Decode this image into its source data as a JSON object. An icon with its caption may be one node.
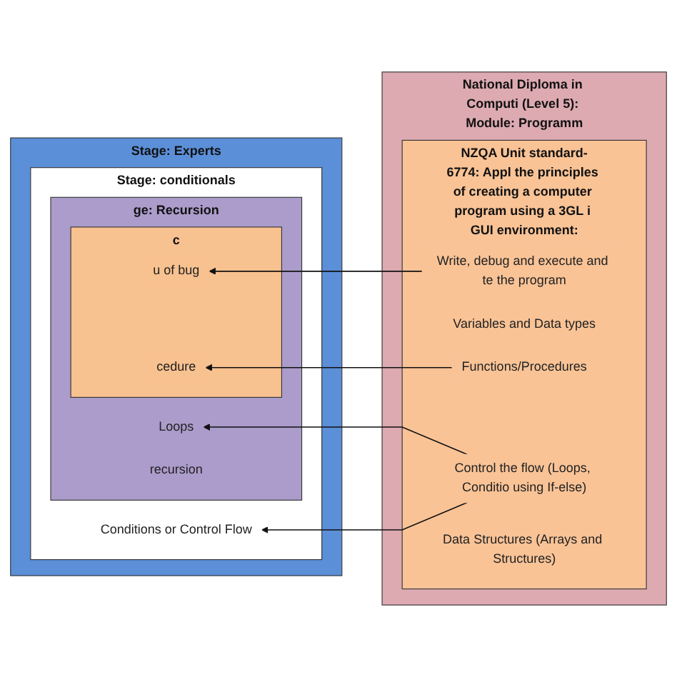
{
  "diagram": {
    "nodes": [
      {
        "text": [
          "Stage: Experts"
        ]
      },
      {
        "text": [
          "Stage: conditionals"
        ],
        "in": 0
      },
      {
        "text": [
          "Conditions or Control Flow"
        ],
        "in": 1
      },
      {
        "text": [
          "ge: Recursion"
        ],
        "in": 1
      },
      {
        "text": [
          "Loops"
        ],
        "in": 3
      },
      {
        "text": [
          "recursion"
        ],
        "in": 3
      },
      {
        "text": [
          "c"
        ],
        "in": 3
      },
      {
        "text": [
          "u of bug"
        ],
        "in": 6
      },
      {
        "text": [
          "cedure"
        ],
        "in": 6
      },
      {
        "text": [
          "National Diploma in Computi (Level 5): Module: Programm"
        ]
      },
      {
        "text": [
          "NZQA Unit standard-6774: Appl the principles of creating a computer program using a 3GL i GUI environment:"
        ],
        "in": 9
      },
      {
        "text": [
          "Write, debug and execute and te the program"
        ],
        "in": 10
      },
      {
        "text": [
          "Variables and Data types"
        ],
        "in": 10
      },
      {
        "text": [
          "Control the flow (Loops, Conditio using If-else)"
        ],
        "in": 10
      },
      {
        "text": [
          "Functions/Procedures"
        ],
        "in": 10
      },
      {
        "text": [
          "Data Structures (Arrays and Structures)"
        ],
        "in": 10
      }
    ],
    "edges": [
      {
        "from": 13,
        "to": 2,
        "arrow": "to"
      },
      {
        "from": 13,
        "to": 4,
        "arrow": "to"
      },
      {
        "from": 11,
        "to": 7,
        "arrow": "to"
      },
      {
        "from": 14,
        "to": 8,
        "arrow": "to"
      }
    ]
  }
}
